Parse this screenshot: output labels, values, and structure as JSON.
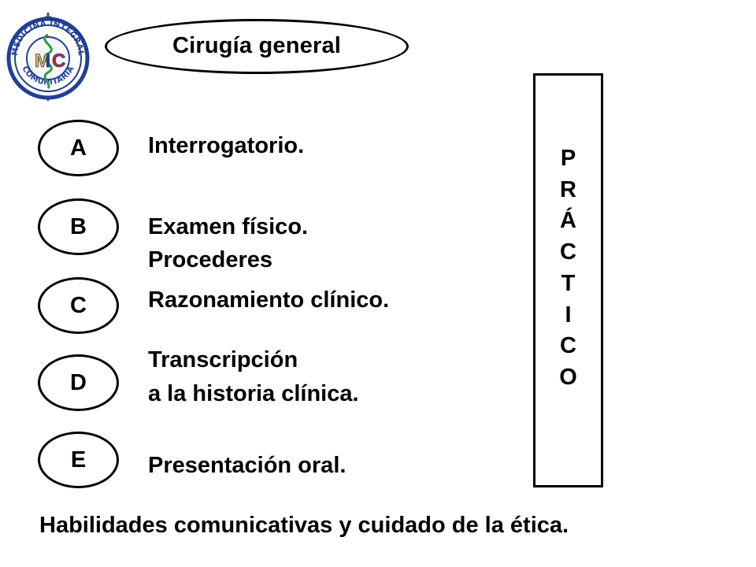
{
  "logo": {
    "text_top": "MEDICINA INTEGRAL",
    "text_bottom": "COMUNITARIA",
    "initials": [
      "M",
      "I",
      "C"
    ],
    "colors": {
      "blue": "#1f3f95",
      "red": "#d4201f",
      "yellow": "#f2c21a",
      "green": "#2e9a47"
    }
  },
  "title": "Cirugía general",
  "items": [
    {
      "label": "A",
      "lines": [
        "Interrogatorio."
      ]
    },
    {
      "label": "B",
      "lines": [
        "Examen físico.",
        "Procederes"
      ]
    },
    {
      "label": "C",
      "lines": [
        "Razonamiento clínico."
      ]
    },
    {
      "label": "D",
      "lines": [
        "Transcripción",
        "a la historia clínica."
      ]
    },
    {
      "label": "E",
      "lines": [
        "Presentación oral."
      ]
    }
  ],
  "vertical_word": [
    "P",
    "R",
    "Á",
    "C",
    "T",
    "I",
    "C",
    "O"
  ],
  "footer": "Habilidades comunicativas y cuidado de la ética."
}
